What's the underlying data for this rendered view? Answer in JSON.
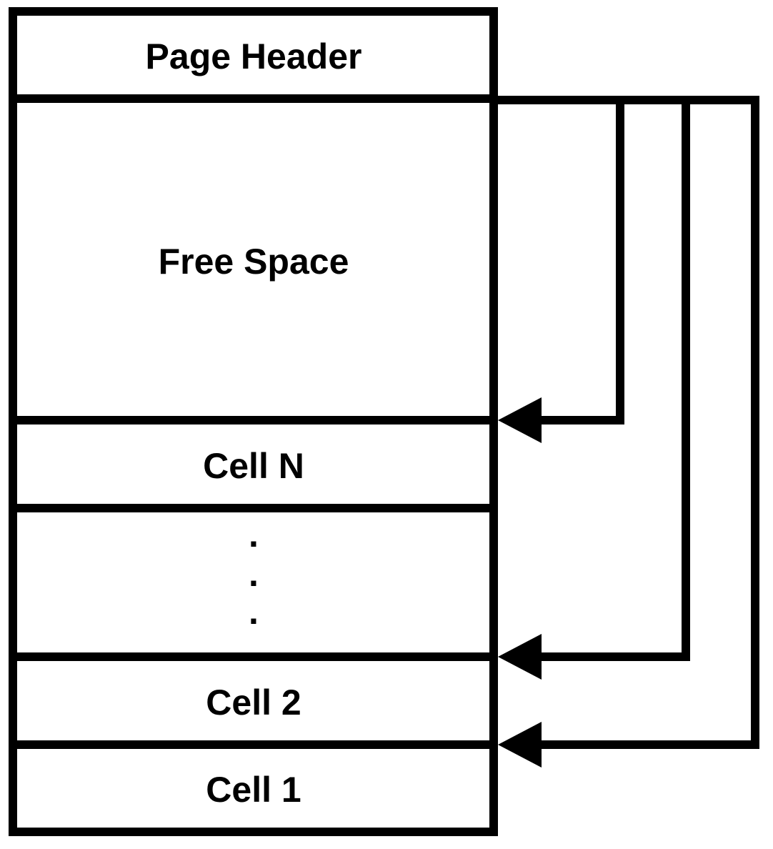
{
  "diagram": {
    "blocks": [
      {
        "id": "header",
        "label": "Page Header"
      },
      {
        "id": "free",
        "label": "Free Space"
      },
      {
        "id": "celln",
        "label": "Cell N"
      },
      {
        "id": "ellipsis",
        "dots": [
          ".",
          ".",
          "."
        ]
      },
      {
        "id": "cell2",
        "label": "Cell 2"
      },
      {
        "id": "cell1",
        "label": "Cell 1"
      }
    ]
  },
  "colors": {
    "stroke": "#000000",
    "background": "#ffffff"
  }
}
